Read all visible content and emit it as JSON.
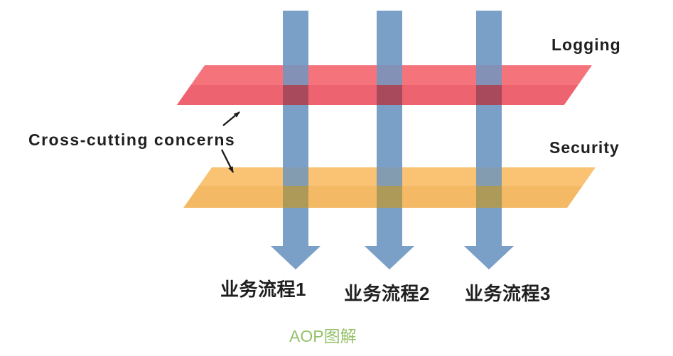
{
  "diagram": {
    "caption": {
      "text": "AOP图解",
      "color": "#95C169"
    },
    "annotation_label": "Cross-cutting concerns",
    "aspect_layers": [
      {
        "label": "Logging",
        "band_color": "#F5747C",
        "band_lower_color": "#EE6370",
        "arrow_overlap_color": "#A84A5B"
      },
      {
        "label": "Security",
        "band_color": "#FAC273",
        "band_lower_color": "#F4B964",
        "arrow_overlap_color": "#AE9A58"
      }
    ],
    "process_arrow_color": "#7BA0C8",
    "processes": [
      {
        "label": "业务流程1"
      },
      {
        "label": "业务流程2"
      },
      {
        "label": "业务流程3"
      }
    ]
  }
}
